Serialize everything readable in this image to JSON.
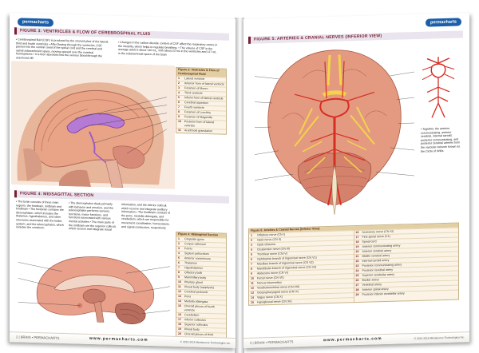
{
  "brand": {
    "logo_text": "permacharts"
  },
  "left_page": {
    "figure3": {
      "title": "FIGURE 3: VENTRICLES & FLOW OF CEREBROSPINAL FLUID",
      "text_col1": "• Cerebrospinal fluid (CSF) is produced by the choroid plexi of the lateral, third and fourth ventricles • After flowing through the ventricles, CSF passes into the central canal of the spinal cord and the cerebral and spinal subarachnoid space, moving upward over the cerebral hemispheres • It is then absorbed into the venous blood through the arachnoid villi",
      "text_col2": "• Changes in the carbon dioxide content of CSF affect the respiratory centre in the medulla, which helps to regulate breathing. • The volume of CSF in the average adult is about 140 mL, with about 23 mL in the ventricles and 117 mL in the subarachnoid space of the brain",
      "legend_title": "Figure 3: Ventricles & Flow of Cerebrospinal Fluid",
      "legend": [
        {
          "n": "1",
          "label": "Lateral ventricle"
        },
        {
          "n": "2",
          "label": "Anterior horn of lateral ventricle"
        },
        {
          "n": "3",
          "label": "Foramen of Monro"
        },
        {
          "n": "4",
          "label": "Third ventricle"
        },
        {
          "n": "5",
          "label": "Inferior horn of lateral ventricle"
        },
        {
          "n": "6",
          "label": "Cerebral aqueduct"
        },
        {
          "n": "7",
          "label": "Fourth ventricle"
        },
        {
          "n": "8",
          "label": "Foramen of Luschka"
        },
        {
          "n": "9",
          "label": "Foramen of Magendie"
        },
        {
          "n": "10",
          "label": "Posterior horn of lateral ventricle"
        },
        {
          "n": "11",
          "label": "Arachnoid granulation"
        }
      ]
    },
    "figure4": {
      "title": "FIGURE 4: MIDSAGITTAL SECTION",
      "text_col1": "• The brain consists of three main regions: the forebrain, midbrain and hindbrain • The forebrain contains the diencephalon, which includes the thalamus, hypothalamus, and other structures associated with the limbic system, and the telencephalon, which includes the cerebrum",
      "text_col2": "• The diencephalon deals primarily with behavior and emotion, and the telencephalon performs sensory functions, motor functions, and functions associated with various mental activities • The main parts of the midbrain are the superior colliculi, which receive and integrate visual",
      "text_col3": "information, and the inferior colliculi, which receive and integrate auditory information • The hindbrain consists of the pons, medulla oblongata, and cerebellum, which are responsible for movement coordination, homeostasis, and signal conduction, respectively",
      "legend_title": "Figure 4: Midsagittal Section",
      "legend": [
        {
          "n": "1",
          "label": "Cingulate gyrus"
        },
        {
          "n": "2",
          "label": "Corpus callosum"
        },
        {
          "n": "3",
          "label": "Fornix"
        },
        {
          "n": "4",
          "label": "Septum pellucidum"
        },
        {
          "n": "5",
          "label": "Anterior commissure"
        },
        {
          "n": "6",
          "label": "Thalamus"
        },
        {
          "n": "7",
          "label": "Hypothalamus"
        },
        {
          "n": "8",
          "label": "Olfactory bulb"
        },
        {
          "n": "9",
          "label": "Mammillary body"
        },
        {
          "n": "10",
          "label": "Pituitary gland"
        },
        {
          "n": "11",
          "label": "Pineal body (epiphysis)"
        },
        {
          "n": "12",
          "label": "Cerebral peduncle"
        },
        {
          "n": "13",
          "label": "Pons"
        },
        {
          "n": "14",
          "label": "Medulla oblongata"
        },
        {
          "n": "15",
          "label": "Choroid plexus of fourth ventricle"
        },
        {
          "n": "16",
          "label": "Cerebellum"
        },
        {
          "n": "17",
          "label": "Inferior colliculus"
        },
        {
          "n": "18",
          "label": "Superior colliculus"
        },
        {
          "n": "19",
          "label": "Pineal body"
        },
        {
          "n": "20",
          "label": "Choroid plexus of third ventricle"
        }
      ]
    },
    "footer_page": "2 | BRAIN • PERMACHARTS",
    "url": "www.permacharts.com",
    "copyright": "© 2015-2016 Mindsource Technologies Inc."
  },
  "right_page": {
    "figure5": {
      "title": "FIGURE 5: ARTERIES & CRANIAL NERVES (INFERIOR VIEW)",
      "callout": "• Together, the anterior communicating, anterior cerebral, internal carotid, posterior communicating, and posterior cerebral arteries form the vascular network known as the Circle of Willis",
      "legend_title": "Figure 5: Arteries & Cranial Nerves (Inferior View)",
      "legend_left": [
        {
          "n": "1",
          "label": "Olfactory nerve (CN I)"
        },
        {
          "n": "2",
          "label": "Optic nerve (CN II)"
        },
        {
          "n": "3",
          "label": "Optic chiasma"
        },
        {
          "n": "4",
          "label": "Oculomotor nerve (CN III)"
        },
        {
          "n": "5",
          "label": "Trochlear nerve (CN IV)"
        },
        {
          "n": "6",
          "label": "Ophthalmic branch of trigeminal nerve (CN V1)"
        },
        {
          "n": "7",
          "label": "Maxillary branch of trigeminal nerve (CN V2)"
        },
        {
          "n": "8",
          "label": "Mandibular branch of trigeminal nerve (CN V3)"
        },
        {
          "n": "9",
          "label": "Abducens nerve (CN VI)"
        },
        {
          "n": "10",
          "label": "Facial nerve (CN VII)"
        },
        {
          "n": "11",
          "label": "Nervus intermedius"
        },
        {
          "n": "12",
          "label": "Vestibulocochlear nerve (CN VIII)"
        },
        {
          "n": "13",
          "label": "Glossopharyngeal nerve (CN IX)"
        },
        {
          "n": "14",
          "label": "Vagus nerve (CN X)"
        },
        {
          "n": "15",
          "label": "Hypoglossal nerve (CN XII)"
        }
      ],
      "legend_right": [
        {
          "n": "16",
          "label": "Accessory nerve (CN XI)"
        },
        {
          "n": "17",
          "label": "First spinal nerve (C1)"
        },
        {
          "n": "18",
          "label": "Spinal cord"
        },
        {
          "n": "19",
          "label": "Anterior communicating artery"
        },
        {
          "n": "20",
          "label": "Anterior cerebral artery"
        },
        {
          "n": "21",
          "label": "Middle cerebral artery"
        },
        {
          "n": "22",
          "label": "Internal carotid artery"
        },
        {
          "n": "23",
          "label": "Posterior communicating artery"
        },
        {
          "n": "24",
          "label": "Posterior cerebral artery"
        },
        {
          "n": "25",
          "label": "Superior cerebellar artery"
        },
        {
          "n": "26",
          "label": "Basilar artery"
        },
        {
          "n": "27",
          "label": "Vertebral artery"
        },
        {
          "n": "28",
          "label": "Anterior spinal artery"
        },
        {
          "n": "29",
          "label": "Posterior inferior cerebellar artery"
        }
      ]
    },
    "footer_page": "3 | BRAIN • PERMACHARTS",
    "url": "www.permacharts.com",
    "copyright": "© 2015-2016 Mindsource Technologies Inc."
  },
  "colors": {
    "accent": "#7a1f2f",
    "brand": "#1c5fa8",
    "legend_bg": "#fbf4e6"
  }
}
